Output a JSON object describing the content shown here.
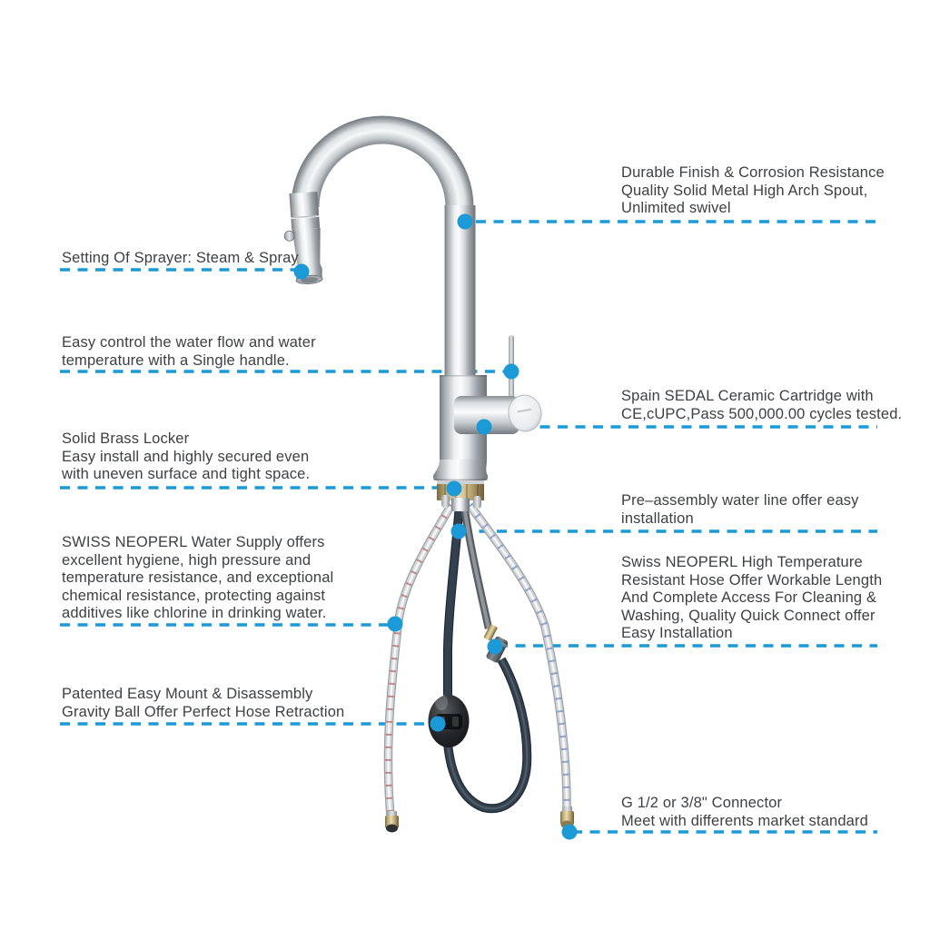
{
  "colors": {
    "accent": "#1b9ad7",
    "text": "#3e4044",
    "bg": "#ffffff"
  },
  "callouts": {
    "left": [
      {
        "id": "sprayer-setting",
        "text": "Setting Of Sprayer: Steam & Spray"
      },
      {
        "id": "flow-control",
        "text": "Easy control the water flow and water\ntemperature with a Single handle."
      },
      {
        "id": "brass-locker",
        "text": "Solid Brass Locker\nEasy install and highly secured even\nwith uneven surface and tight space."
      },
      {
        "id": "water-supply",
        "text": "SWISS NEOPERL Water Supply offers\nexcellent hygiene, high pressure and\ntemperature resistance, and exceptional\nchemical resistance, protecting against\nadditives like chlorine in drinking water."
      },
      {
        "id": "gravity-ball",
        "text": "Patented Easy Mount & Disassembly\nGravity Ball Offer Perfect Hose Retraction"
      }
    ],
    "right": [
      {
        "id": "spout",
        "text": "Durable Finish & Corrosion Resistance\nQuality Solid Metal High Arch Spout,\nUnlimited swivel"
      },
      {
        "id": "cartridge",
        "text": "Spain SEDAL Ceramic Cartridge with\nCE,cUPC,Pass 500,000.00 cycles tested."
      },
      {
        "id": "pre-assembly",
        "text": "Pre–assembly water line offer easy\ninstallation"
      },
      {
        "id": "hose",
        "text": "Swiss NEOPERL High Temperature\nResistant Hose Offer Workable Length\nAnd Complete Access For Cleaning &\nWashing, Quality Quick Connect offer\nEasy Installation"
      },
      {
        "id": "connector",
        "text": "G 1/2 or 3/8\" Connector\nMeet with differents market standard"
      }
    ]
  }
}
